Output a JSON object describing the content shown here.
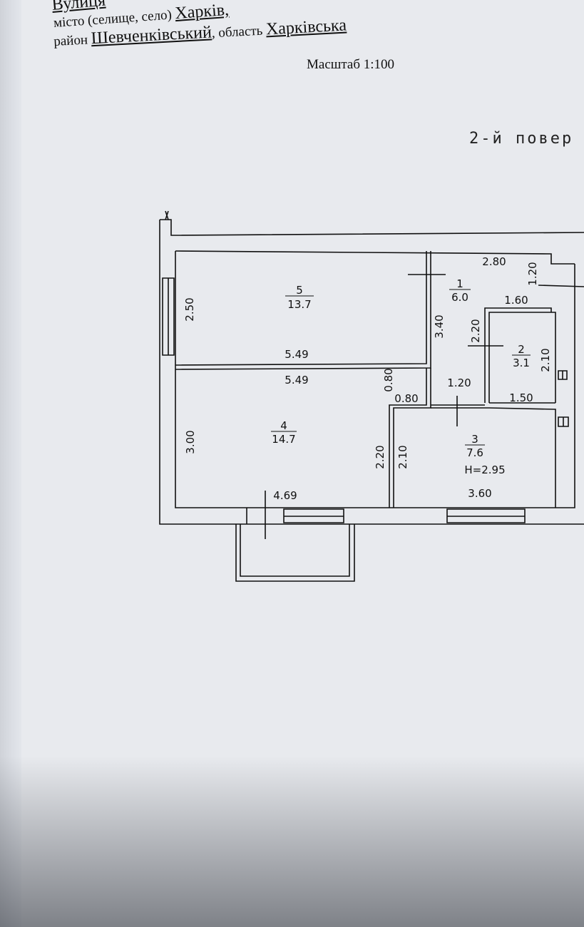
{
  "header": {
    "line1": "Вулиця",
    "line2_prefix": "місто (селище, село)",
    "city": "Харків,",
    "line3_prefix": "район",
    "district": "Шевченківський",
    "line3_mid": ", область",
    "region": "Харківська"
  },
  "scale": "Масштаб 1:100",
  "floor_label": "2-й повер",
  "rooms": [
    {
      "number": "5",
      "area": "13.7"
    },
    {
      "number": "1",
      "area": "6.0"
    },
    {
      "number": "2",
      "area": "3.1"
    },
    {
      "number": "4",
      "area": "14.7"
    },
    {
      "number": "3",
      "area": "7.6",
      "height": "H=2.95"
    }
  ],
  "dimensions": {
    "d_2_80": "2.80",
    "d_1_20_a": "1.20",
    "d_1_60": "1.60",
    "d_2_50": "2.50",
    "d_3_40": "3.40",
    "d_2_20_a": "2.20",
    "d_2_10_a": "2.10",
    "d_5_49_a": "5.49",
    "d_5_49_b": "5.49",
    "d_0_80_a": "0.80",
    "d_0_80_b": "0.80",
    "d_1_20_b": "1.20",
    "d_1_50": "1.50",
    "d_3_00": "3.00",
    "d_2_20_b": "2.20",
    "d_2_10_b": "2.10",
    "d_4_69": "4.69",
    "d_3_60": "3.60"
  },
  "colors": {
    "paper": "#e8eaee",
    "ink": "#111111"
  }
}
